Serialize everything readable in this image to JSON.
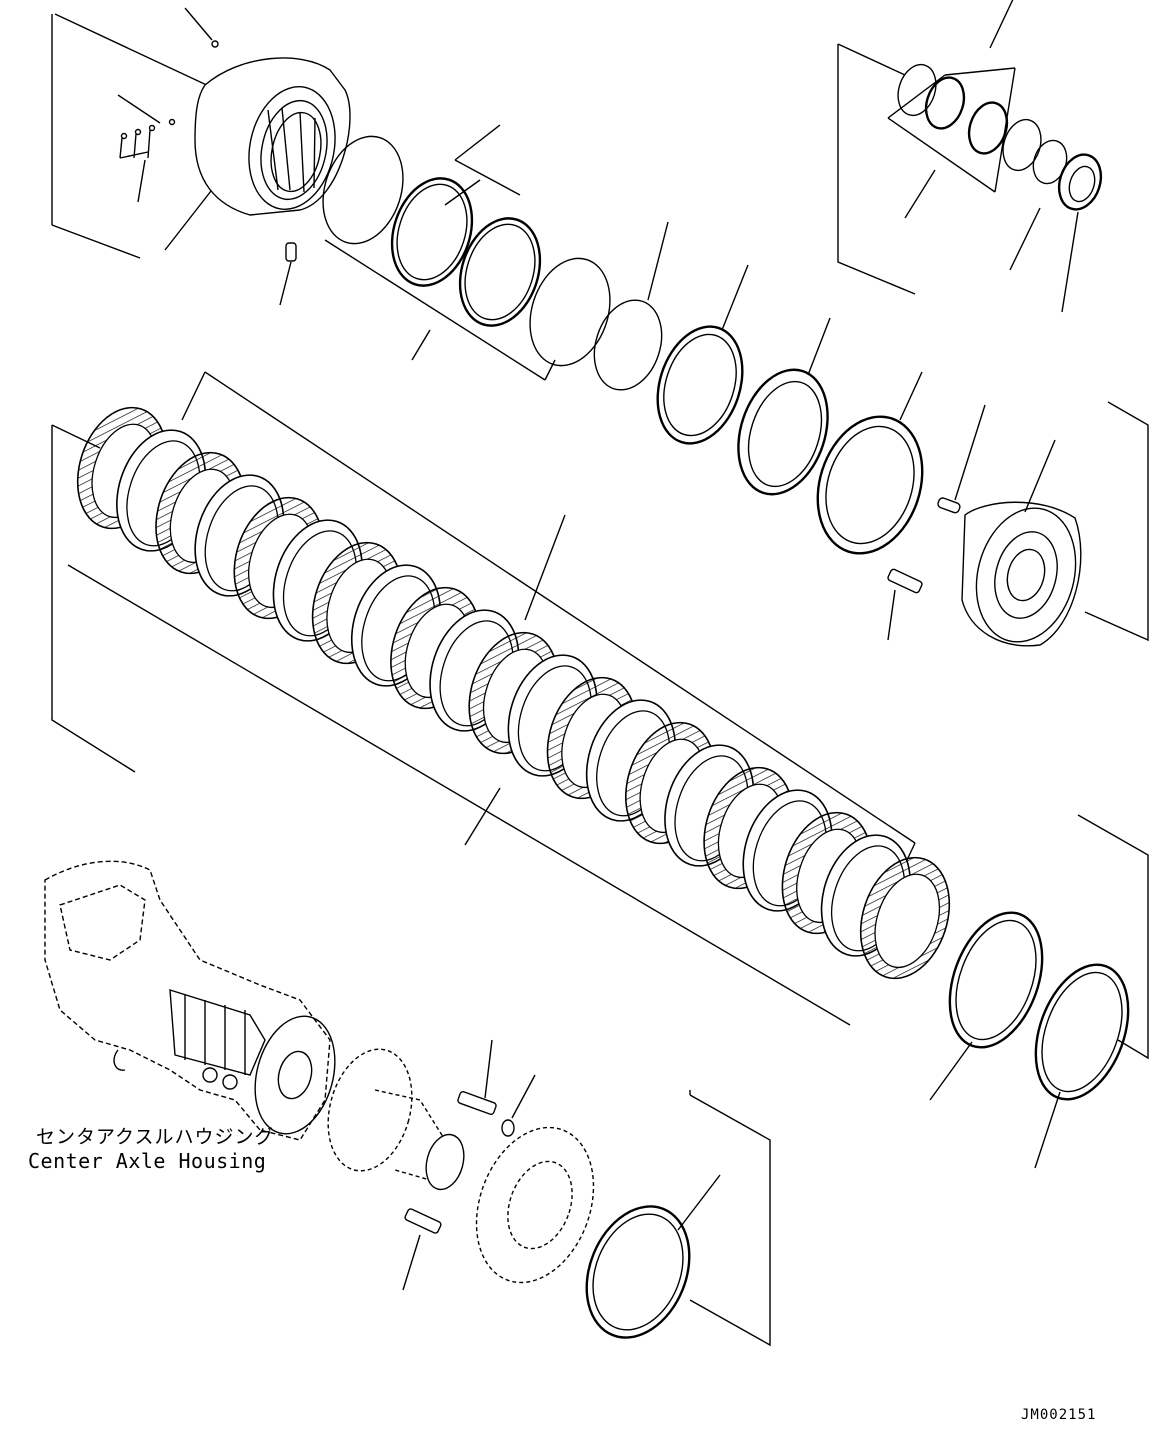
{
  "labels": {
    "center_axle_housing_jp": "センタアクスルハウジング",
    "center_axle_housing_en": "Center Axle Housing"
  },
  "drawing_id": "JM002151",
  "colors": {
    "line": "#000000",
    "background": "#ffffff"
  }
}
